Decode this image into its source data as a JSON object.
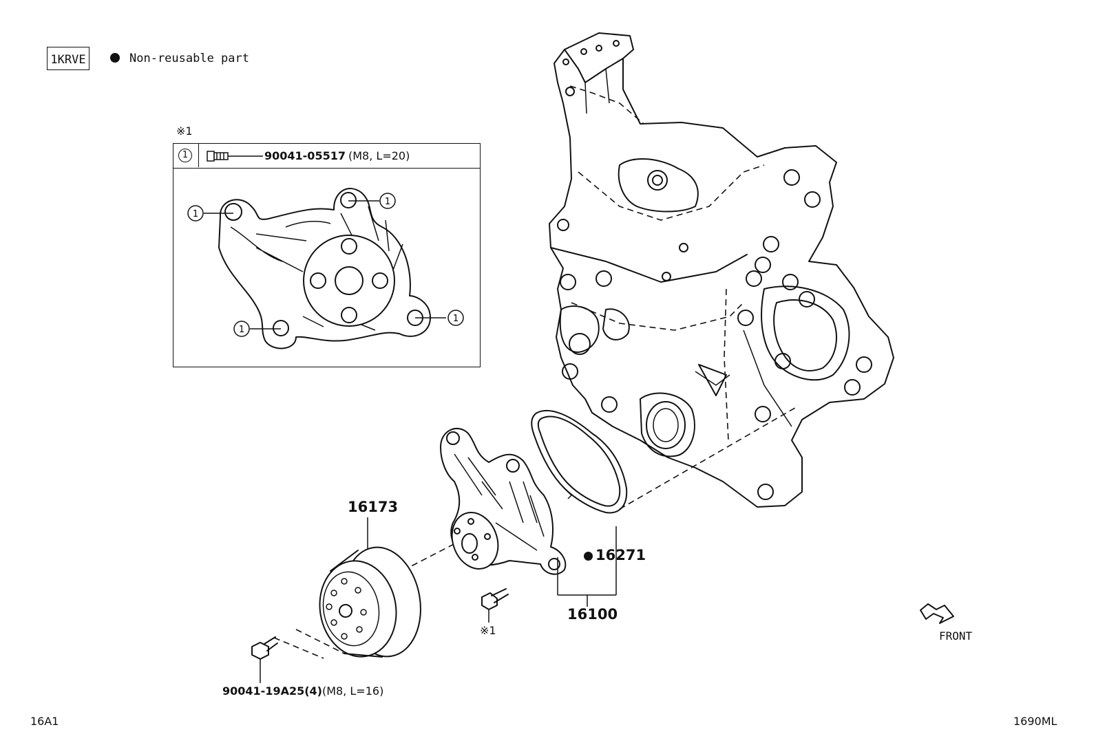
{
  "legend": {
    "engine_code": "1KRVE",
    "non_reusable_text": "Non-reusable part"
  },
  "inset": {
    "note_mark": "※1",
    "callout_symbol": "1",
    "bolt_part_number": "90041-05517",
    "bolt_spec": "(M8, L=20)"
  },
  "parts": {
    "pulley": "16173",
    "gasket": "16271",
    "water_pump_assy": "16100",
    "pump_bolt_note": "※1",
    "pulley_bolt_number": "90041-19A25",
    "pulley_bolt_qty": "(4)",
    "pulley_bolt_spec": "(M8, L=16)"
  },
  "direction": {
    "front_label": "FRONT"
  },
  "footer": {
    "page_code": "16A1",
    "drawing_code": "1690ML"
  }
}
